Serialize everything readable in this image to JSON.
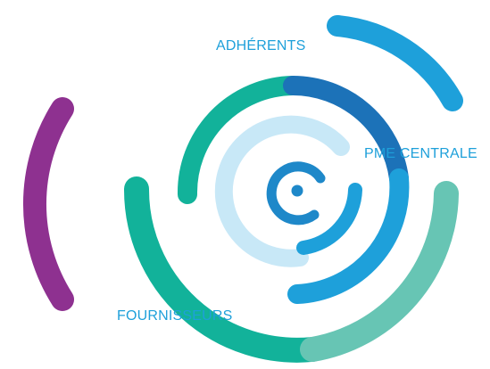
{
  "labels": {
    "adherents": "ADHÉRENTS",
    "pme_centrale": "PME CENTRALE",
    "fournisseurs": "FOURNISSEURS"
  },
  "colors": {
    "purple": "#8e3190",
    "teal": "#12b29a",
    "mint": "#67c5b4",
    "sky_blue": "#1ea0da",
    "deep_blue": "#1c72b8",
    "light_blue": "#4ec1ed",
    "pale_blue": "#c8e8f7",
    "label_text": "#1ea0da"
  }
}
